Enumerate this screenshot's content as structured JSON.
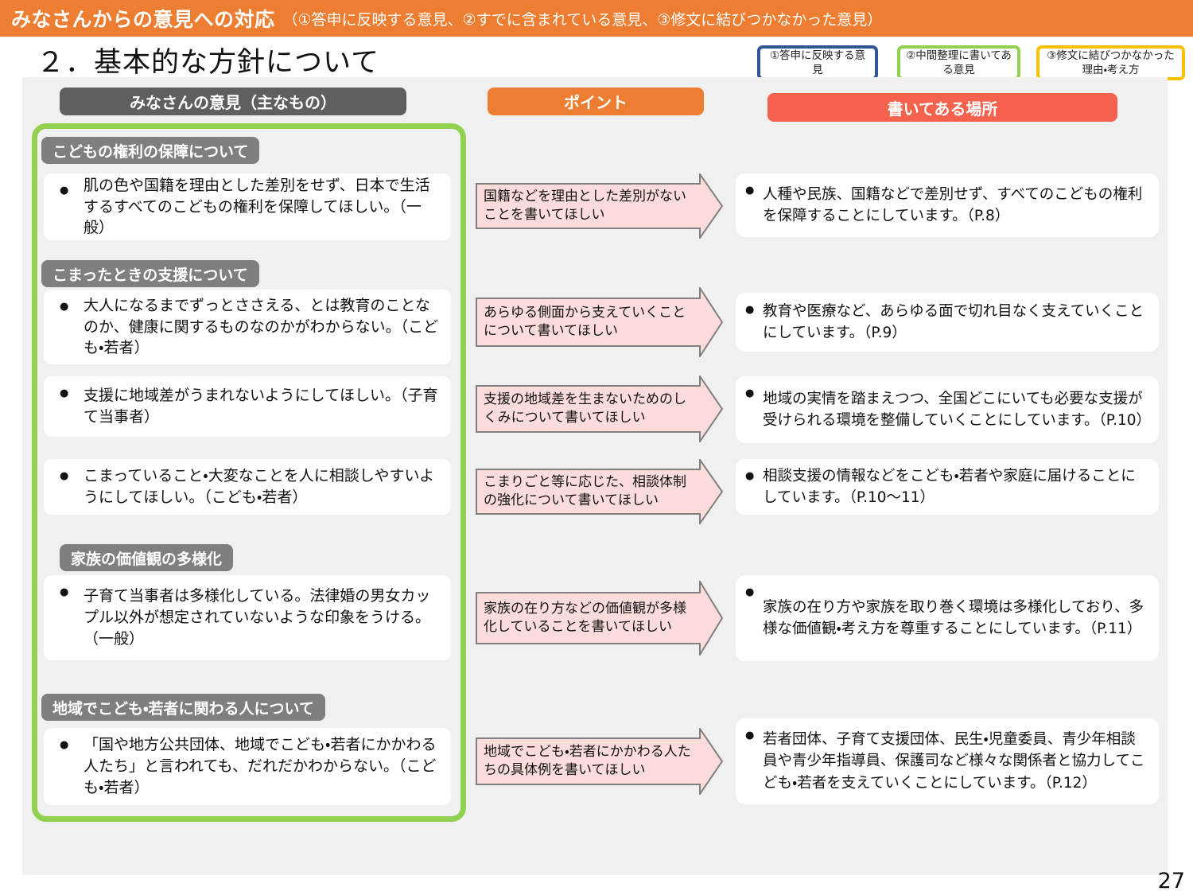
{
  "top_bar": {
    "title": "みなさんからの意見への対応",
    "subtitle": "（①答申に反映する意見、②すでに含まれている意見、③修文に結びつかなかった意見）"
  },
  "heading": "２．基本的な方針について",
  "legend": [
    {
      "label": "①答申に反映する意見",
      "border_color": "#2F5597"
    },
    {
      "label": "②中間整理に書いてある意見",
      "border_color": "#92D050"
    },
    {
      "label": "③修文に結びつかなかった理由・考え方",
      "border_color": "#FFC000"
    }
  ],
  "columns": {
    "opinions": "みなさんの意見（主なもの）",
    "points": "ポイント",
    "location": "書いてある場所"
  },
  "sections": [
    "こどもの権利の保障について",
    "こまったときの支援について",
    "家族の価値観の多様化",
    "地域でこども・若者に関わる人について"
  ],
  "rows": [
    {
      "opinion": "肌の色や国籍を理由とした差別をせず、日本で生活するすべてのこどもの権利を保障してほしい。（一般）",
      "point": "国籍などを理由とした差別がないことを書いてほしい",
      "answer": "人種や民族、国籍などで差別せず、すべてのこどもの権利を保障することにしています。（P.8）"
    },
    {
      "opinion": "大人になるまでずっとささえる、とは教育のことなのか、健康に関するものなのかがわからない。（こども・若者）",
      "point": "あらゆる側面から支えていくことについて書いてほしい",
      "answer": "教育や医療など、あらゆる面で切れ目なく支えていくことにしています。（P.9）"
    },
    {
      "opinion": "支援に地域差がうまれないようにしてほしい。（子育て当事者）",
      "point": "支援の地域差を生まないためのしくみについて書いてほしい",
      "answer": "地域の実情を踏まえつつ、全国どこにいても必要な支援が受けられる環境を整備していくことにしています。（P.10）"
    },
    {
      "opinion": "こまっていること・大変なことを人に相談しやすいようにしてほしい。（こども・若者）",
      "point": "こまりごと等に応じた、相談体制の強化について書いてほしい",
      "answer": "相談支援の情報などをこども・若者や家庭に届けることにしています。（P.10〜11）"
    },
    {
      "opinion": "子育て当事者は多様化している。法律婚の男女カップル以外が想定されていないような印象をうける。（一般）",
      "point": "家族の在り方などの価値観が多様化していることを書いてほしい",
      "answer": "家族の在り方や家族を取り巻く環境は多様化しており、多様な価値観・考え方を尊重することにしています。（P.11）"
    },
    {
      "opinion": "「国や地方公共団体、地域でこども・若者にかかわる人たち」と言われても、だれだかわからない。（こども・若者）",
      "point": "地域でこども・若者にかかわる人たちの具体例を書いてほしい",
      "answer": "若者団体、子育て支援団体、民生・児童委員、青少年相談員や青少年指導員、保護司など様々な関係者と協力してこども・若者を支えていくことにしています。（P.12）"
    }
  ],
  "glyphs": {
    "bullet": "●"
  },
  "colors": {
    "topbar_orange": "#ED7D31",
    "column_gray": "#5F5F5F",
    "column_orange": "#ED7D31",
    "column_red": "#F4614C",
    "section_gray": "#7F7F7F",
    "frame_green": "#92D050",
    "legend_blue": "#2F5597",
    "legend_green": "#92D050",
    "legend_gold": "#FFC000",
    "arrow_fill": "#FBDCDB",
    "arrow_stroke": "#808080",
    "canvas_gray": "#F0F0F0"
  },
  "page_number": "27"
}
